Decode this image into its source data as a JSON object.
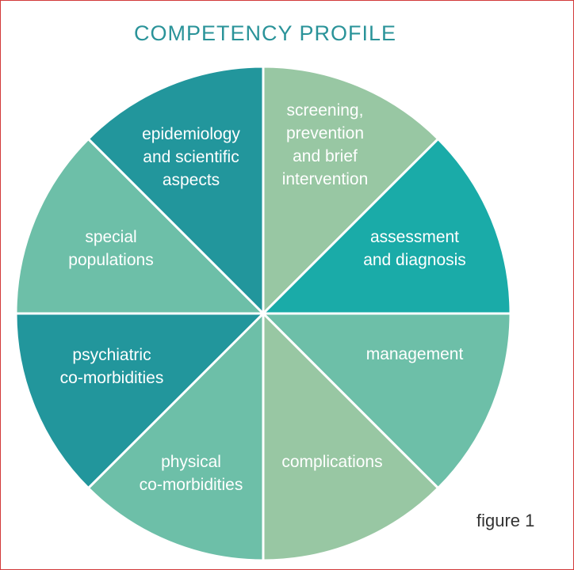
{
  "title": "COMPETENCY PROFILE",
  "caption": "figure 1",
  "colors": {
    "frame_border": "#d23a3a",
    "title": "#2a9399",
    "divider": "#ffffff"
  },
  "segments": [
    {
      "label": "screening,\nprevention\nand brief\nintervention",
      "color": "#98c7a3"
    },
    {
      "label": "assessment\nand diagnosis",
      "color": "#1aaba8"
    },
    {
      "label": "management",
      "color": "#6dbfa8"
    },
    {
      "label": "complications",
      "color": "#98c7a3"
    },
    {
      "label": "physical\nco-morbidities",
      "color": "#6dbfa8"
    },
    {
      "label": "psychiatric\nco-morbidities",
      "color": "#22969c"
    },
    {
      "label": "special\npopulations",
      "color": "#6dbfa8"
    },
    {
      "label": "epidemiology\nand scientific\naspects",
      "color": "#22969c"
    }
  ]
}
